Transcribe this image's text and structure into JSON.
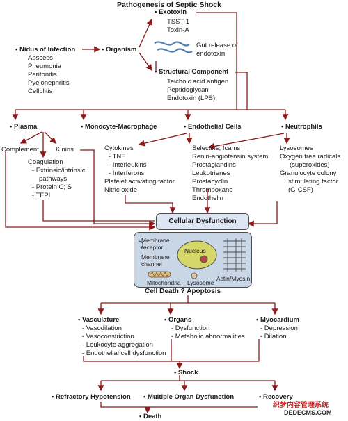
{
  "title": "Pathogenesis of Septic Shock",
  "nidus": {
    "label": "• Nidus of Infection",
    "items": [
      "Abscess",
      "Pneumonia",
      "Peritonitis",
      "Pyelonephritis",
      "Cellulitis"
    ]
  },
  "organism": "• Organism",
  "exotoxin": {
    "label": "• Exotoxin",
    "items": [
      "TSST-1",
      "Toxin-A"
    ]
  },
  "gut": [
    "Gut release of",
    "endotoxin"
  ],
  "structural": {
    "label": "• Structural Component",
    "items": [
      "Teichoic acid antigen",
      "Peptidoglycan",
      "Endotoxin (LPS)"
    ]
  },
  "plasma": "• Plasma",
  "complement": "Complement",
  "kinins": "Kinins",
  "coagulation": [
    "Coagulation",
    "- Extrinsic/intrinsic",
    "pathways",
    "- Protein C; S",
    "- TFPI"
  ],
  "monocyte": {
    "label": "• Monocyte-Macrophage",
    "items": [
      "Cytokines",
      "- TNF",
      "- Interleukins",
      "- Interferons",
      "Platelet activating factor",
      "Nitric oxide"
    ]
  },
  "endothelial": {
    "label": "• Endothelial Cells",
    "items": [
      "Selectins, Icams",
      "Renin-angiotensin system",
      "Prostaglandins",
      "Leukotrienes",
      "Prostacyclin",
      "Thromboxane",
      "Endothelin"
    ]
  },
  "neutrophils": {
    "label": "• Neutrophils",
    "items": [
      "Lysosomes",
      "Oxygen free radicals",
      "(superoxides)",
      "Granulocyte colony",
      "stimulating factor",
      "(G-CSF)"
    ]
  },
  "cellular_dysfunction": "Cellular Dysfunction",
  "cell": {
    "membrane_receptor": [
      "Membrane",
      "receptor"
    ],
    "membrane_channel": [
      "Membrane",
      "channel"
    ],
    "nucleus": "Nucleus",
    "mitochondria": "Mitochondria",
    "lysosome": "Lysosome",
    "actin": "Actin/Myosin"
  },
  "cell_death": "Cell Death  ?  Apoptosis",
  "vasculature": {
    "label": "• Vasculature",
    "items": [
      "- Vasodilation",
      "- Vasoconstriction",
      "- Leukocyte aggregation",
      "- Endothelial cell dysfunction"
    ]
  },
  "organs": {
    "label": "• Organs",
    "items": [
      "- Dysfunction",
      "- Metabolic abnormalities"
    ]
  },
  "myocardium": {
    "label": "• Myocardium",
    "items": [
      "- Depression",
      "- Dilation"
    ]
  },
  "shock": "• Shock",
  "outcomes": {
    "refractory": "• Refractory Hypotension",
    "multiple": "• Multiple Organ Dysfunction",
    "recovery": "• Recovery"
  },
  "death": "• Death",
  "watermark": {
    "line1": "织梦内容管理系统",
    "line2": "DEDECMS.COM"
  },
  "colors": {
    "line": "#8b1a1a",
    "cell_fill": "#c9d6e6",
    "box_fill": "#dde6f2",
    "nucleus": "#d6d76a"
  }
}
